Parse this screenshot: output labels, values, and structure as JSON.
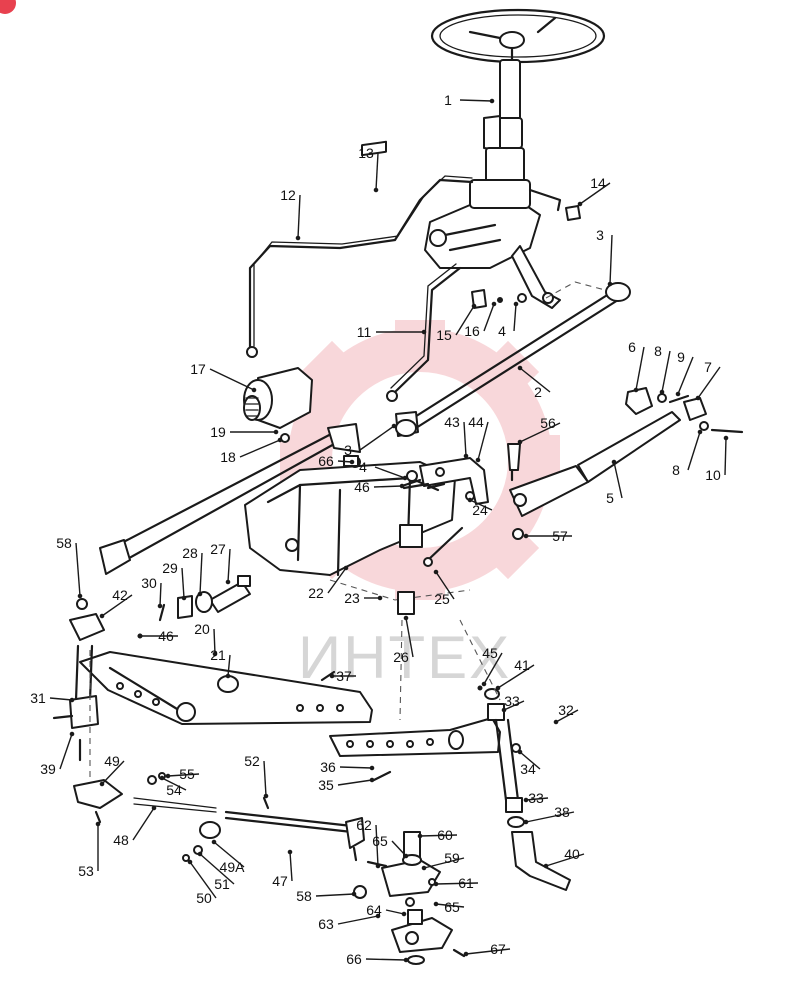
{
  "watermark": {
    "text": "ИНТЕХ",
    "color": "#f3b8bc"
  },
  "badge": {
    "text": ""
  },
  "labels": [
    "1",
    "2",
    "3",
    "3",
    "4",
    "4",
    "4",
    "5",
    "6",
    "7",
    "8",
    "8",
    "9",
    "10",
    "11",
    "12",
    "13",
    "14",
    "15",
    "16",
    "17",
    "18",
    "19",
    "20",
    "21",
    "22",
    "23",
    "24",
    "25",
    "26",
    "27",
    "28",
    "29",
    "30",
    "31",
    "32",
    "33",
    "33",
    "33",
    "34",
    "35",
    "36",
    "37",
    "38",
    "39",
    "40",
    "41",
    "42",
    "43",
    "44",
    "45",
    "46",
    "46",
    "46",
    "47",
    "48",
    "49",
    "49A",
    "50",
    "51",
    "52",
    "53",
    "54",
    "55",
    "56",
    "57",
    "58",
    "58",
    "59",
    "60",
    "61",
    "62",
    "63",
    "64",
    "65",
    "65",
    "66",
    "66",
    "67"
  ]
}
